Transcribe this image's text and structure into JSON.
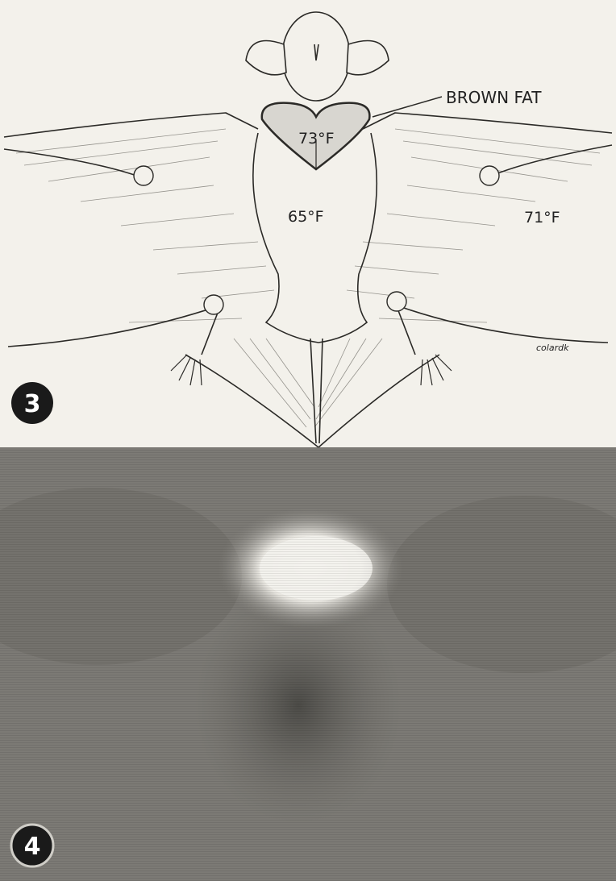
{
  "figure": {
    "panel_3": {
      "number": "3",
      "labels": {
        "brown_fat": "BROWN FAT",
        "temp_brown_fat": "73°F",
        "temp_body": "65°F",
        "temp_wing": "71°F",
        "signature": "colardk"
      }
    },
    "panel_4": {
      "number": "4"
    }
  }
}
